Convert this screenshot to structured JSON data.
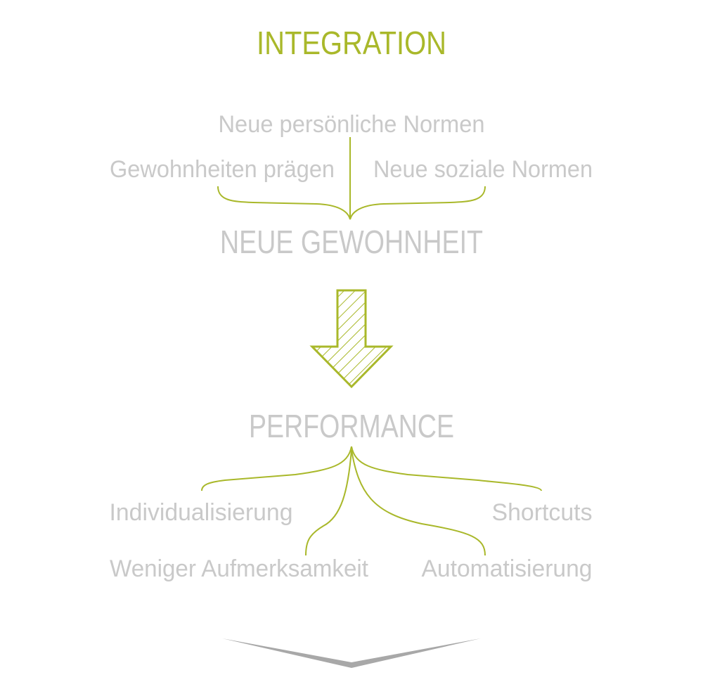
{
  "title": "INTEGRATION",
  "top_labels": {
    "center": "Neue persönliche Normen",
    "left": "Gewohnheiten prägen",
    "right": "Neue soziale Normen"
  },
  "habit_heading": "NEUE GEWOHNHEIT",
  "performance_heading": "PERFORMANCE",
  "bottom_labels": {
    "individualisierung": "Individualisierung",
    "shortcuts": "Shortcuts",
    "weniger_aufmerksamkeit": "Weniger Aufmerksamkeit",
    "automatisierung": "Automatisierung"
  },
  "colors": {
    "accent": "#a9b82a",
    "text": "#c9c9c9",
    "chevron": "#a8a8a8"
  }
}
